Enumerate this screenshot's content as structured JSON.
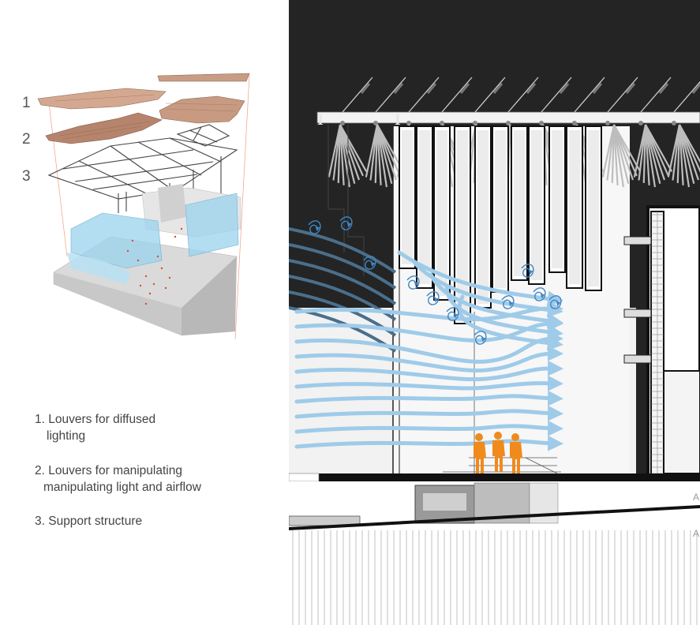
{
  "layers": [
    {
      "num": "1"
    },
    {
      "num": "2"
    },
    {
      "num": "3"
    }
  ],
  "legend": [
    {
      "line1": "1. Louvers for diffused",
      "line2": "lighting"
    },
    {
      "line1": "2. Louvers for manipulating",
      "line2": "manipulating light and airflow"
    },
    {
      "line1": "3. Support structure",
      "line2": ""
    }
  ],
  "colors": {
    "dark_background": "#242424",
    "airflow": "#9fcbe9",
    "turbulence": "#3f86c4",
    "people": "#f08a1c",
    "roof_layer": "#c99c84",
    "glass": "#9ad3ee"
  },
  "right_edge_labels": [
    "A",
    "A"
  ]
}
